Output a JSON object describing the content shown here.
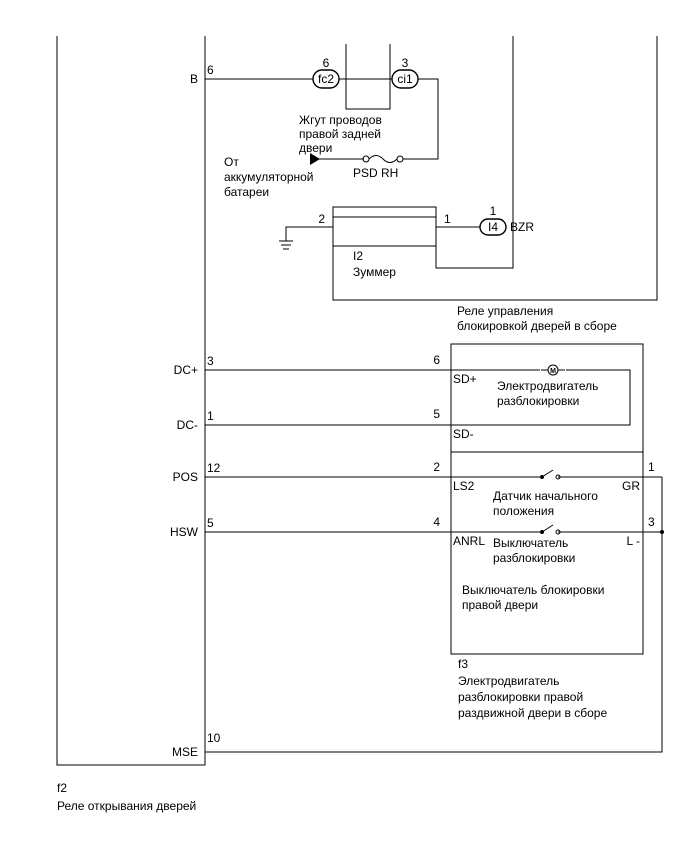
{
  "ecu": {
    "id": "f2",
    "name": "Реле открывания дверей",
    "pins": {
      "b": {
        "label": "B",
        "num": "6"
      },
      "dcp": {
        "label": "DC+",
        "num": "3"
      },
      "dcm": {
        "label": "DC-",
        "num": "1"
      },
      "pos": {
        "label": "POS",
        "num": "12"
      },
      "hsw": {
        "label": "HSW",
        "num": "5"
      },
      "mse": {
        "label": "MSE",
        "num": "10"
      }
    }
  },
  "harness": {
    "name_line1": "Жгут проводов",
    "name_line2": "правой задней",
    "name_line3": "двери",
    "left_conn": {
      "id": "fc2",
      "pin": "6"
    },
    "right_conn": {
      "id": "ci1",
      "pin": "3"
    }
  },
  "battery": {
    "line1": "От",
    "line2": "аккумуляторной",
    "line3": "батареи",
    "fuse": "PSD RH"
  },
  "buzzer": {
    "id": "I2",
    "name": "Зуммер",
    "pin_left": "2",
    "pin_right": "1",
    "conn_id": "I4",
    "conn_pin": "1",
    "bzr": "BZR"
  },
  "relay": {
    "line1": "Реле управления",
    "line2": "блокировкой дверей в сборе"
  },
  "assembly": {
    "id": "f3",
    "line1": "Электродвигатель",
    "line2": "разблокировки правой",
    "line3": "раздвижной двери в сборе",
    "motor_symbol": "M",
    "motor_line1": "Электродвигатель",
    "motor_line2": "разблокировки",
    "sensor_line1": "Датчик начального",
    "sensor_line2": "положения",
    "switch_line1": "Выключатель",
    "switch_line2": "разблокировки",
    "lock_line1": "Выключатель блокировки",
    "lock_line2": "правой двери",
    "terms": {
      "sdp": "SD+",
      "sdm": "SD-",
      "ls2": "LS2",
      "anrl": "ANRL",
      "gr": "GR",
      "lm": "L -"
    },
    "pins": {
      "sdp": "6",
      "sdm": "5",
      "ls2": "2",
      "anrl": "4",
      "gr": "1",
      "lm": "3"
    }
  }
}
